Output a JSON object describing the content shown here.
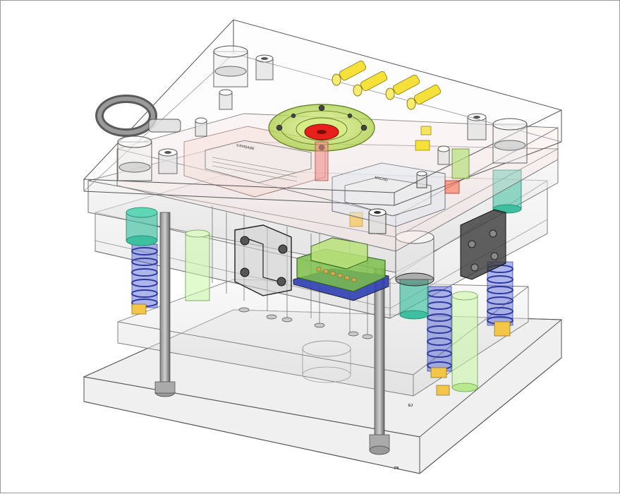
{
  "drawing": {
    "plate_labels": {
      "core_plate": "CAVIDADE",
      "cavity_plate": "MACHO",
      "ejector_mark": "EJ",
      "base_mark": "P8"
    }
  },
  "colors": {
    "sprue": "#e8201c",
    "locating_ring": "#bfe25a",
    "cooling_fittings": "#f5e13a",
    "springs": "#3f4fb8",
    "guide_pillars": "#6b6b6b",
    "cavity_insert": "#7cc04a",
    "leader_bushings": "#3ec0a0",
    "plate_outline": "#6f6f6f"
  }
}
